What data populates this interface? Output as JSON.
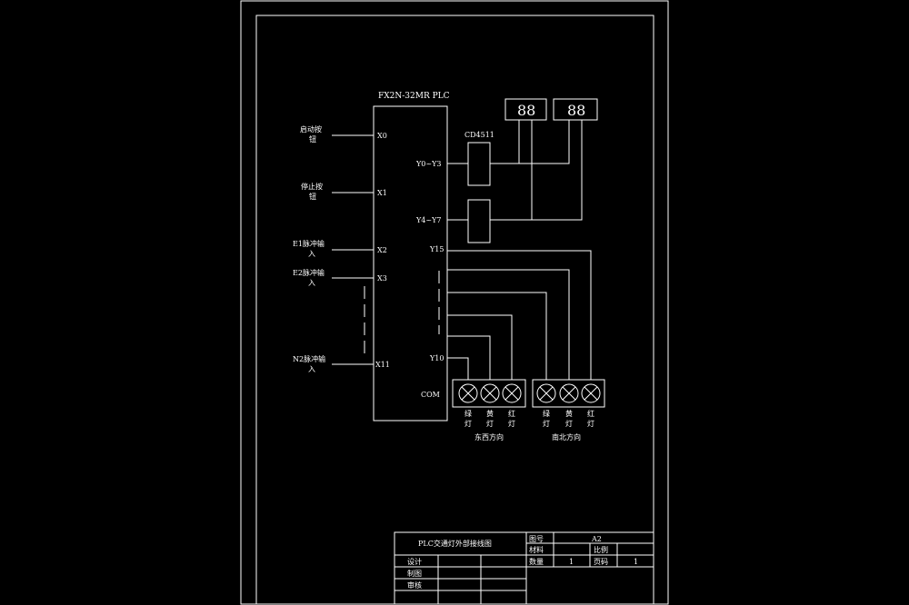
{
  "plc": {
    "title": "FX2N-32MR PLC"
  },
  "inputs": [
    {
      "line1": "启动按",
      "line2": "钮",
      "port": "X0"
    },
    {
      "line1": "停止按",
      "line2": "钮",
      "port": "X1"
    },
    {
      "line1": "E1脉冲输",
      "line2": "入",
      "port": "X2"
    },
    {
      "line1": "E2脉冲输",
      "line2": "入",
      "port": "X3"
    },
    {
      "line1": "N2脉冲输",
      "line2": "入",
      "port": "X11"
    }
  ],
  "outputs": {
    "y0_y3": "Y0~Y3",
    "y4_y7": "Y4~Y7",
    "y15": "Y15",
    "y10": "Y10",
    "com": "COM"
  },
  "decoder": {
    "label": "CD4511"
  },
  "displays": [
    "88",
    "88"
  ],
  "lamp_groups": [
    {
      "lamps": [
        [
          "绿",
          "灯"
        ],
        [
          "黄",
          "灯"
        ],
        [
          "红",
          "灯"
        ]
      ],
      "direction": "东西方向"
    },
    {
      "lamps": [
        [
          "绿",
          "灯"
        ],
        [
          "黄",
          "灯"
        ],
        [
          "红",
          "灯"
        ]
      ],
      "direction": "南北方向"
    }
  ],
  "title_block": {
    "drawing_title": "PLC交通灯外部接线图",
    "rows": [
      {
        "label": "图号",
        "value": "A2"
      },
      {
        "label": "材料",
        "value": "",
        "label2": "比例",
        "value2": ""
      },
      {
        "label": "数量",
        "value": "1",
        "label2": "页码",
        "value2": "1"
      }
    ],
    "sign_rows": [
      "设计",
      "制图",
      "审核"
    ]
  }
}
